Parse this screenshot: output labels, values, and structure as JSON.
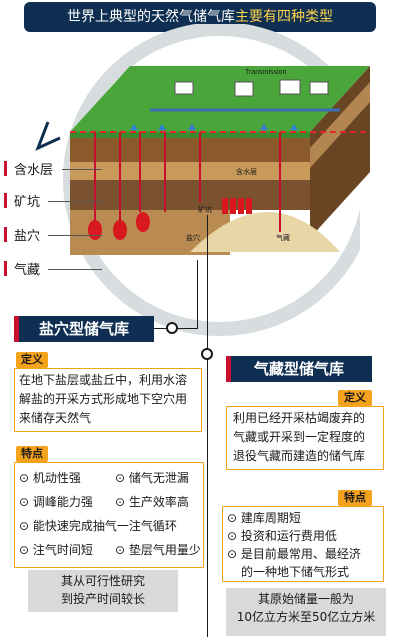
{
  "header": {
    "title_part1": "世界上典型的天然气储气库",
    "title_part2": "主要有四种类型"
  },
  "diagram": {
    "transmission_label": "Transmission",
    "aquifer_inner_label": "含水层",
    "mine_inner_label": "矿坑",
    "salt_inner_label": "盐穴",
    "gas_inner_label": "气藏"
  },
  "layer_labels": [
    "含水层",
    "矿坑",
    "盐穴",
    "气藏"
  ],
  "salt_cavern": {
    "title": "盐穴型储气库",
    "definition_tag": "定义",
    "definition": [
      "在地下盐层或盐丘中，利用水溶",
      "解盐的开采方式形成地下空穴用",
      "来储存天然气"
    ],
    "features_tag": "特点",
    "features_row1": [
      "机动性强",
      "储气无泄漏"
    ],
    "features_row2": [
      "调峰能力强",
      "生产效率高"
    ],
    "features_row3": [
      "能快速完成抽气一注气循环"
    ],
    "features_row4": [
      "注气时间短",
      "垫层气用量少"
    ],
    "note": [
      "其从可行性研究",
      "到投产时间较长"
    ]
  },
  "gas_reservoir": {
    "title": "气藏型储气库",
    "definition_tag": "定义",
    "definition": [
      "利用已经开采枯竭废弃的",
      "气藏或开采到一定程度的",
      "退役气藏而建造的储气库"
    ],
    "features_tag": "特点",
    "features": [
      "建库周期短",
      "投资和运行费用低",
      "是目前最常用、最经济",
      "的一种地下储气形式"
    ],
    "note": [
      "其原始储量一般为",
      "10亿立方米至50亿立方米"
    ]
  },
  "colors": {
    "navy": "#0f2f52",
    "orange": "#f5a21c",
    "accent_yellow": "#ffd34a",
    "red": "#c8102e",
    "gray_box": "#d9d9d9"
  }
}
